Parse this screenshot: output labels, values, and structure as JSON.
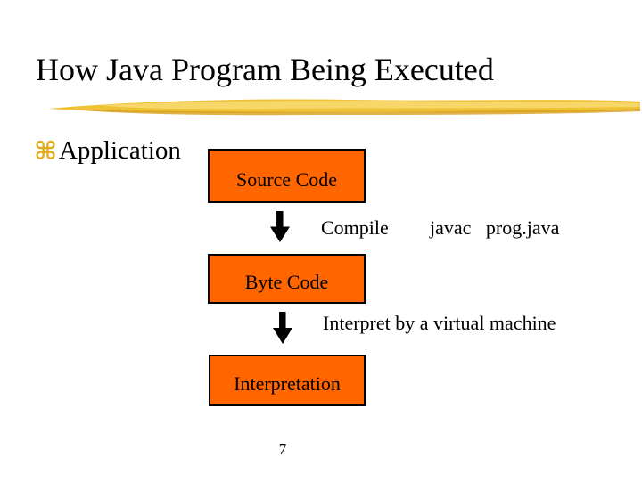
{
  "slide": {
    "title": "How Java Program Being Executed",
    "bullet": {
      "icon": "command-symbol",
      "icon_glyph": "⌘",
      "label": "Application"
    },
    "boxes": {
      "source": "Source Code",
      "byte": "Byte Code",
      "interpretation": "Interpretation"
    },
    "labels": {
      "compile": "Compile",
      "compile_command": "javac   prog.java",
      "interpret": "Interpret by a virtual machine"
    },
    "page_number": "7",
    "colors": {
      "background": "#FFFFFF",
      "text": "#000000",
      "box_fill": "#FF6600",
      "box_border": "#000000",
      "bullet_gold": "#E0AC1B",
      "highlight_gold": "#EFC236",
      "arrow": "#000000"
    }
  }
}
